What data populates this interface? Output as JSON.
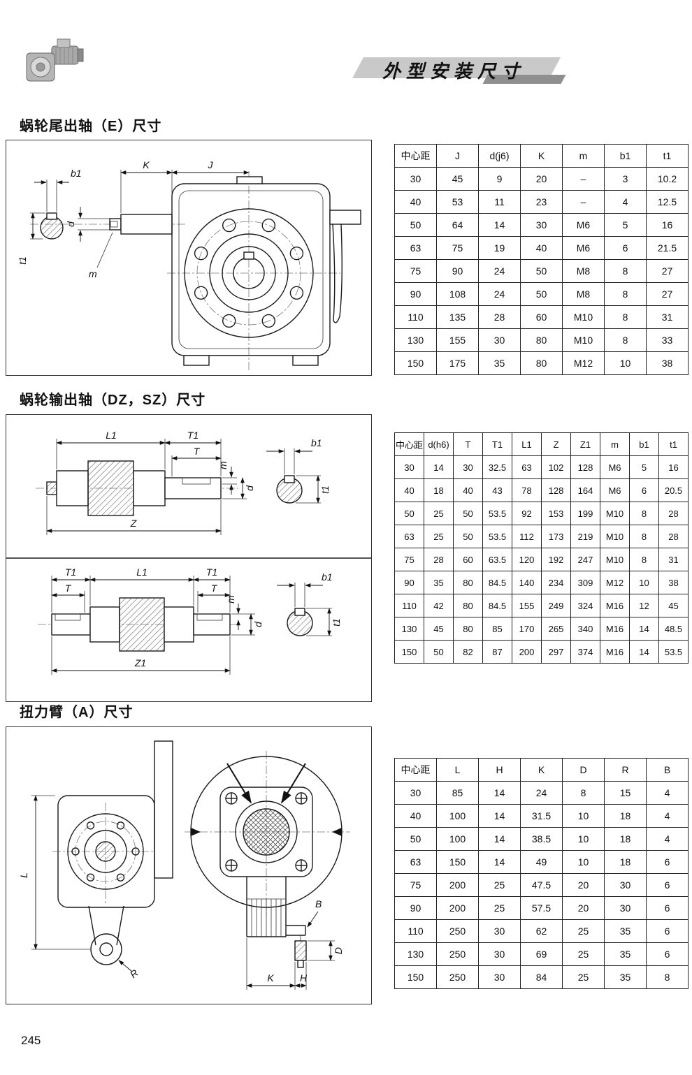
{
  "header": {
    "title": "外型安装尺寸"
  },
  "page": {
    "number": "245"
  },
  "sections": {
    "e": {
      "title": "蜗轮尾出轴（E）尺寸"
    },
    "dzsz": {
      "title": "蜗轮输出轴（DZ，SZ）尺寸"
    },
    "a": {
      "title": "扭力臂（A）尺寸"
    }
  },
  "tables": {
    "e": {
      "headers": [
        "中心距",
        "J",
        "d(j6)",
        "K",
        "m",
        "b1",
        "t1"
      ],
      "rows": [
        [
          "30",
          "45",
          "9",
          "20",
          "–",
          "3",
          "10.2"
        ],
        [
          "40",
          "53",
          "11",
          "23",
          "–",
          "4",
          "12.5"
        ],
        [
          "50",
          "64",
          "14",
          "30",
          "M6",
          "5",
          "16"
        ],
        [
          "63",
          "75",
          "19",
          "40",
          "M6",
          "6",
          "21.5"
        ],
        [
          "75",
          "90",
          "24",
          "50",
          "M8",
          "8",
          "27"
        ],
        [
          "90",
          "108",
          "24",
          "50",
          "M8",
          "8",
          "27"
        ],
        [
          "110",
          "135",
          "28",
          "60",
          "M10",
          "8",
          "31"
        ],
        [
          "130",
          "155",
          "30",
          "80",
          "M10",
          "8",
          "33"
        ],
        [
          "150",
          "175",
          "35",
          "80",
          "M12",
          "10",
          "38"
        ]
      ]
    },
    "dzsz": {
      "headers": [
        "中心距",
        "d(h6)",
        "T",
        "T1",
        "L1",
        "Z",
        "Z1",
        "m",
        "b1",
        "t1"
      ],
      "rows": [
        [
          "30",
          "14",
          "30",
          "32.5",
          "63",
          "102",
          "128",
          "M6",
          "5",
          "16"
        ],
        [
          "40",
          "18",
          "40",
          "43",
          "78",
          "128",
          "164",
          "M6",
          "6",
          "20.5"
        ],
        [
          "50",
          "25",
          "50",
          "53.5",
          "92",
          "153",
          "199",
          "M10",
          "8",
          "28"
        ],
        [
          "63",
          "25",
          "50",
          "53.5",
          "112",
          "173",
          "219",
          "M10",
          "8",
          "28"
        ],
        [
          "75",
          "28",
          "60",
          "63.5",
          "120",
          "192",
          "247",
          "M10",
          "8",
          "31"
        ],
        [
          "90",
          "35",
          "80",
          "84.5",
          "140",
          "234",
          "309",
          "M12",
          "10",
          "38"
        ],
        [
          "110",
          "42",
          "80",
          "84.5",
          "155",
          "249",
          "324",
          "M16",
          "12",
          "45"
        ],
        [
          "130",
          "45",
          "80",
          "85",
          "170",
          "265",
          "340",
          "M16",
          "14",
          "48.5"
        ],
        [
          "150",
          "50",
          "82",
          "87",
          "200",
          "297",
          "374",
          "M16",
          "14",
          "53.5"
        ]
      ]
    },
    "a": {
      "headers": [
        "中心距",
        "L",
        "H",
        "K",
        "D",
        "R",
        "B"
      ],
      "rows": [
        [
          "30",
          "85",
          "14",
          "24",
          "8",
          "15",
          "4"
        ],
        [
          "40",
          "100",
          "14",
          "31.5",
          "10",
          "18",
          "4"
        ],
        [
          "50",
          "100",
          "14",
          "38.5",
          "10",
          "18",
          "4"
        ],
        [
          "63",
          "150",
          "14",
          "49",
          "10",
          "18",
          "6"
        ],
        [
          "75",
          "200",
          "25",
          "47.5",
          "20",
          "30",
          "6"
        ],
        [
          "90",
          "200",
          "25",
          "57.5",
          "20",
          "30",
          "6"
        ],
        [
          "110",
          "250",
          "30",
          "62",
          "25",
          "35",
          "6"
        ],
        [
          "130",
          "250",
          "30",
          "69",
          "25",
          "35",
          "6"
        ],
        [
          "150",
          "250",
          "30",
          "84",
          "25",
          "35",
          "8"
        ]
      ]
    }
  },
  "drawings": {
    "e": {
      "labels": {
        "b1": "b1",
        "t1": "t1",
        "d": "d",
        "m": "m",
        "k": "K",
        "j": "J"
      }
    },
    "dz": {
      "labels": {
        "l1": "L1",
        "t1": "T1",
        "t": "T",
        "m": "m",
        "d": "d",
        "z": "Z",
        "b1": "b1",
        "t1s": "t1"
      }
    },
    "sz": {
      "labels": {
        "t1l": "T1",
        "l1": "L1",
        "t1r": "T1",
        "tl": "T",
        "tr": "T",
        "m": "m",
        "d": "d",
        "z1": "Z1",
        "b1": "b1",
        "t1s": "t1"
      }
    },
    "a": {
      "labels": {
        "l": "L",
        "r": "R",
        "b": "B",
        "k": "K",
        "h": "H",
        "d": "D"
      }
    }
  }
}
